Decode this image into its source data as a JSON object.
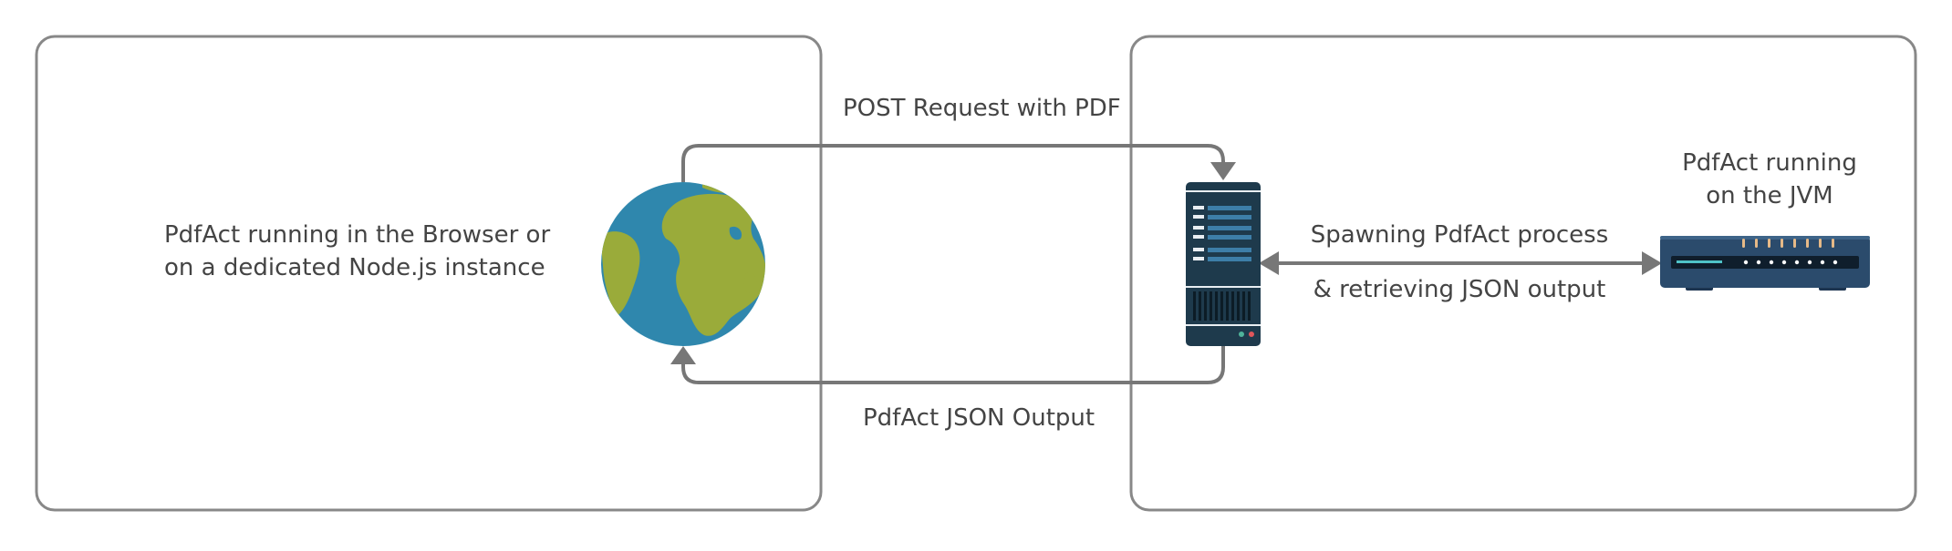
{
  "diagram": {
    "client_box": {
      "description_line1": "PdfAct running in the Browser or",
      "description_line2": "on a dedicated Node.js instance",
      "icon": "globe-icon"
    },
    "server_box": {
      "server_icon": "server-tower-icon",
      "jvm_icon": "network-switch-icon",
      "jvm_label_line1": "PdfAct running",
      "jvm_label_line2": "on the JVM"
    },
    "arrows": {
      "request_label": "POST Request with PDF",
      "response_label": "PdfAct JSON Output",
      "spawn_label_line1": "Spawning PdfAct process",
      "spawn_label_line2": "& retrieving JSON output"
    },
    "colors": {
      "box_border": "#888888",
      "arrow": "#777777",
      "text": "#444444",
      "globe_ocean": "#2f87ad",
      "globe_land": "#9aab3a",
      "server_body": "#1e3a4c",
      "server_stripe": "#3d7ea8",
      "switch_body": "#2b4b6c",
      "switch_led": "#e6b987"
    }
  }
}
